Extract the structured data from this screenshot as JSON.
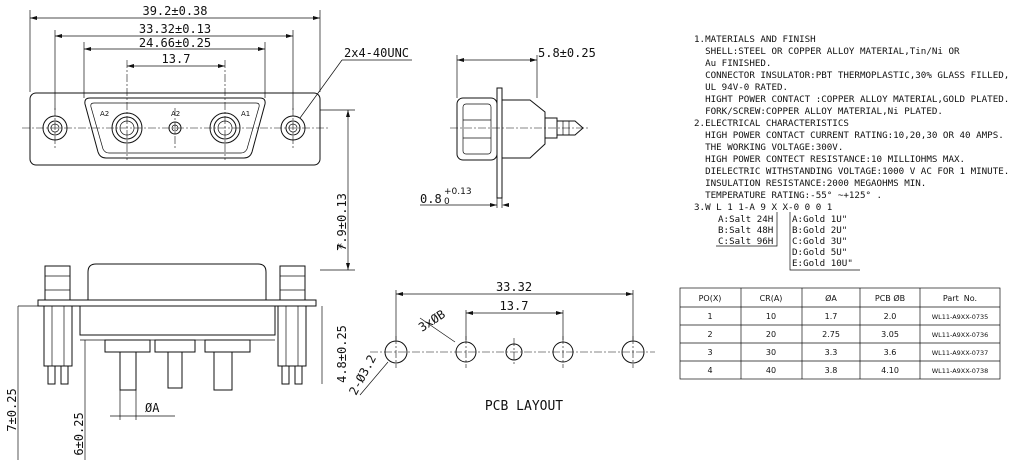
{
  "dimensions": {
    "overall_width": "39.2±0.38",
    "mount_hole_pitch": "33.32±0.13",
    "shell_width": "24.66±0.25",
    "contact_pitch": "13.7",
    "mount_thread": "2x4-40UNC",
    "side_depth": "5.8±0.25",
    "flange_thickness": "0.8",
    "flange_tolerance_upper": "+0.13",
    "flange_tolerance_lower": "0",
    "height": "7.9±0.13",
    "height_marker": "*",
    "pin_length": "7±0.25",
    "pin_length_short": "6±0.25",
    "pin_height": "4.8±0.25",
    "pin_diameter": "ØA",
    "pcb_width": "33.32",
    "pcb_pitch": "13.7",
    "pcb_hole_pins": "3xØB",
    "pcb_hole_mount": "2-Ø3.2"
  },
  "contact_labels": {
    "a2_left": "A2",
    "a2_center": "A2",
    "a1_right": "A1"
  },
  "pcb_layout_title": "PCB LAYOUT",
  "notes": [
    "1.MATERIALS AND  FINISH",
    "  SHELL:STEEL OR COPPER ALLOY MATERIAL,Tin/Ni OR",
    "  Au FINISHED.",
    "  CONNECTOR INSULATOR:PBT THERMOPLASTIC,30% GLASS FILLED,",
    "  UL 94V-0 RATED.",
    "  HIGHT POWER CONTACT :COPPER ALLOY MATERIAL,GOLD PLATED.",
    "  FORK/SCREW:COPPER ALLOY MATERIAL,Ni PLATED.",
    "2.ELECTRICAL CHARACTERISTICS",
    "  HIGH POWER CONTACT CURRENT RATING:10,20,30 OR 40 AMPS.",
    "  THE WORKING VOLTAGE:300V.",
    "  HIGH POWER CONTECT RESISTANCE:10 MILLIOHMS MAX.",
    "  DIELECTRIC WITHSTANDING VOLTAGE:1000 V AC FOR 1 MINUTE.",
    "  INSULATION RESISTANCE:2000 MEGAOHMS MIN.",
    "  TEMPERATURE RATING:-55° ~+125° ."
  ],
  "part_code": "3.W L 1 1-A 9 X X-0 0 0 1",
  "salt_options": [
    "A:Salt 24H",
    "B:Salt 48H",
    "C:Salt 96H"
  ],
  "gold_options": [
    "A:Gold 1U\"",
    "B:Gold 2U\"",
    "C:Gold 3U\"",
    "D:Gold 5U\"",
    "E:Gold 10U\""
  ],
  "table": {
    "headers": [
      "PO(X)",
      "CR(A)",
      "ØA",
      "PCB ØB",
      "Part  No."
    ],
    "rows": [
      [
        "1",
        "10",
        "1.7",
        "2.0",
        "WL11-A9XX-0735"
      ],
      [
        "2",
        "20",
        "2.75",
        "3.05",
        "WL11-A9XX-0736"
      ],
      [
        "3",
        "30",
        "3.3",
        "3.6",
        "WL11-A9XX-0737"
      ],
      [
        "4",
        "40",
        "3.8",
        "4.10",
        "WL11-A9XX-0738"
      ]
    ]
  }
}
